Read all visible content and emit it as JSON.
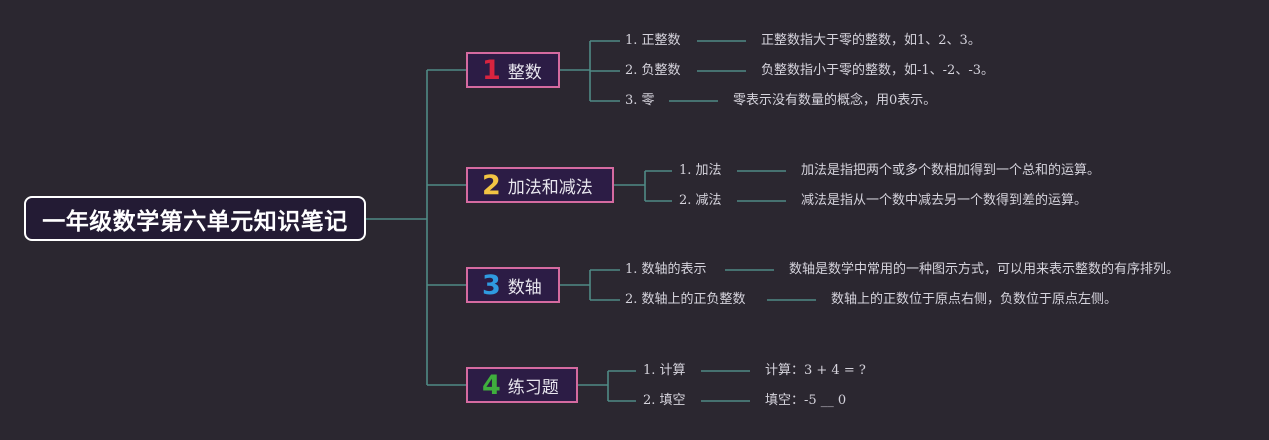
{
  "root": {
    "title": "一年级数学第六单元知识笔记"
  },
  "colors": {
    "line": "#4f8a86",
    "border": "#d56aa0"
  },
  "branches": [
    {
      "number": "1",
      "number_color": "#d8243f",
      "label": "整数",
      "items": [
        {
          "label": "1. 正整数",
          "desc": "正整数指大于零的整数，如1、2、3。"
        },
        {
          "label": "2. 负整数",
          "desc": "负整数指小于零的整数，如-1、-2、-3。"
        },
        {
          "label": "3. 零",
          "desc": "零表示没有数量的概念，用0表示。"
        }
      ]
    },
    {
      "number": "2",
      "number_color": "#f2c443",
      "label": "加法和减法",
      "items": [
        {
          "label": "1. 加法",
          "desc": "加法是指把两个或多个数相加得到一个总和的运算。"
        },
        {
          "label": "2. 减法",
          "desc": "减法是指从一个数中减去另一个数得到差的运算。"
        }
      ]
    },
    {
      "number": "3",
      "number_color": "#2f9ae0",
      "label": "数轴",
      "items": [
        {
          "label": "1. 数轴的表示",
          "desc": "数轴是数学中常用的一种图示方式，可以用来表示整数的有序排列。"
        },
        {
          "label": "2. 数轴上的正负整数",
          "desc": "数轴上的正数位于原点右侧，负数位于原点左侧。"
        }
      ]
    },
    {
      "number": "4",
      "number_color": "#3fae3d",
      "label": "练习题",
      "items": [
        {
          "label": "1. 计算",
          "desc": "计算：3 + 4 = ?"
        },
        {
          "label": "2. 填空",
          "desc": "填空：-5 __ 0"
        }
      ]
    }
  ]
}
